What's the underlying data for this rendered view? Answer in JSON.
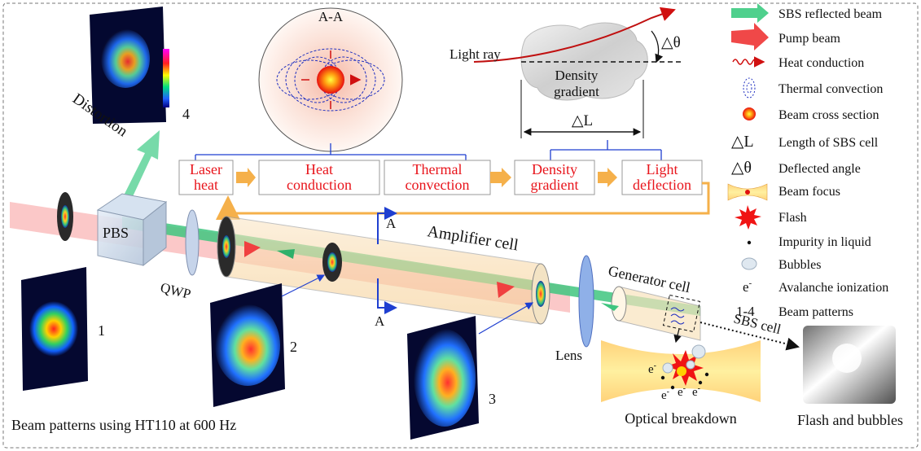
{
  "section_label": "A-A",
  "refraction": {
    "light_ray": "Light ray",
    "delta_theta": "△θ",
    "density_gradient_line1": "Density",
    "density_gradient_line2": "gradient",
    "delta_l": "△L"
  },
  "process_chain": [
    {
      "line1": "Laser",
      "line2": "heat"
    },
    {
      "line1": "Heat",
      "line2": "conduction"
    },
    {
      "line1": "Thermal",
      "line2": "convection"
    },
    {
      "line1": "Density",
      "line2": "gradient"
    },
    {
      "line1": "Light",
      "line2": "deflection"
    }
  ],
  "optics": {
    "pbs": "PBS",
    "qwp": "QWP",
    "amplifier_cell": "Amplifier cell",
    "generator_cell": "Generator cell",
    "lens": "Lens",
    "sbs_cell": "SBS cell",
    "section_a_top": "A",
    "section_a_bottom": "A",
    "distortion": "Distortion",
    "optical_breakdown": "Optical breakdown",
    "flash_and_bubbles": "Flash and bubbles",
    "beam_patterns_caption": "Beam patterns using HT110 at 600 Hz",
    "electron": "e",
    "electron_sup": "-"
  },
  "pattern_numbers": [
    "1",
    "2",
    "3",
    "4"
  ],
  "legend": [
    {
      "icon": "sbs-beam-arrow-icon",
      "label": "SBS reflected beam"
    },
    {
      "icon": "pump-beam-arrow-icon",
      "label": "Pump beam"
    },
    {
      "icon": "heat-conduction-wave-icon",
      "label": "Heat conduction"
    },
    {
      "icon": "thermal-convection-icon",
      "label": "Thermal convection"
    },
    {
      "icon": "beam-cross-section-icon",
      "label": "Beam cross section"
    },
    {
      "icon": "delta-l-symbol",
      "label": "Length of SBS cell",
      "symbol": "△L"
    },
    {
      "icon": "delta-theta-symbol",
      "label": "Deflected angle",
      "symbol": "△θ"
    },
    {
      "icon": "beam-focus-icon",
      "label": "Beam focus"
    },
    {
      "icon": "flash-icon",
      "label": "Flash"
    },
    {
      "icon": "impurity-dot-icon",
      "label": "Impurity in liquid"
    },
    {
      "icon": "bubble-icon",
      "label": "Bubbles"
    },
    {
      "icon": "electron-symbol",
      "label": "Avalanche ionization",
      "symbol": "e",
      "symbol_sup": "-"
    },
    {
      "icon": "beam-patterns-symbol",
      "label": "Beam patterns",
      "symbol": "1-4"
    }
  ]
}
